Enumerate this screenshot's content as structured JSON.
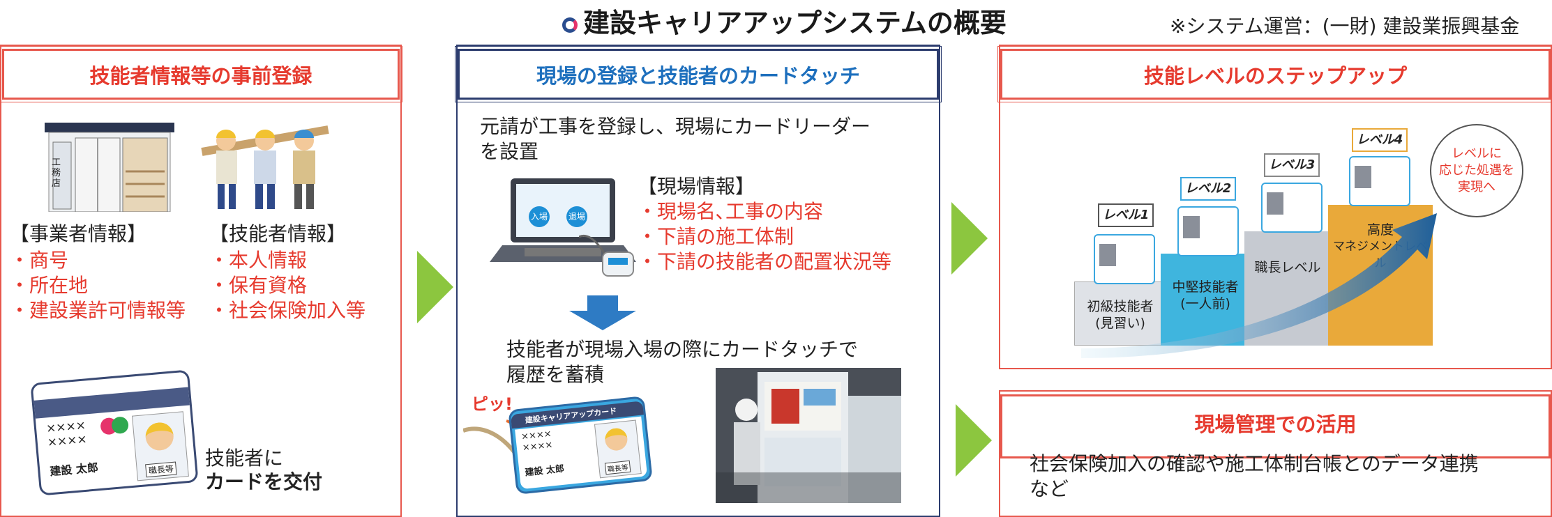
{
  "title": "建設キャリアアップシステムの概要",
  "operator_note": "※システム運営：(一財) 建設業振興基金",
  "panel1": {
    "header": "技能者情報等の事前登録",
    "shop_sign": "工務店",
    "business_info": {
      "heading": "【事業者情報】",
      "items": [
        "・商号",
        "・所在地",
        "・建設業許可情報等"
      ]
    },
    "worker_info": {
      "heading": "【技能者情報】",
      "items": [
        "・本人情報",
        "・保有資格",
        "・社会保険加入等"
      ]
    },
    "card": {
      "masked_line_1": "××××",
      "masked_line_2": "××××",
      "name": "建設 太郎",
      "badge": "職長等"
    },
    "caption_line1": "技能者に",
    "caption_line2": "カードを交付"
  },
  "panel2": {
    "header": "現場の登録と技能者のカードタッチ",
    "intro_line1": "元請が工事を登録し、現場にカードリーダー",
    "intro_line2": "を設置",
    "laptop_screen_left": "入場",
    "laptop_screen_right": "退場",
    "site_info": {
      "heading": "【現場情報】",
      "items": [
        "・現場名､工事の内容",
        "・下請の施工体制",
        "・下請の技能者の配置状況等"
      ]
    },
    "touch_line1": "技能者が現場入場の際にカードタッチで",
    "touch_line2": "履歴を蓄積",
    "beep": "ピッ!",
    "card": {
      "brand": "建設キャリアアップカード",
      "masked_line_1": "××××",
      "masked_line_2": "××××",
      "name": "建設 太郎",
      "badge": "職長等"
    }
  },
  "panel3": {
    "header": "技能レベルのステップアップ",
    "levels": [
      {
        "tag": "レベル1",
        "label_line1": "初級技能者",
        "label_line2": "(見習い)",
        "color": "#d9dce2"
      },
      {
        "tag": "レベル2",
        "label_line1": "中堅技能者",
        "label_line2": "(一人前)",
        "color": "#3fb5de"
      },
      {
        "tag": "レベル3",
        "label_line1": "職長レベル",
        "label_line2": "",
        "color": "#bfc3cb"
      },
      {
        "tag": "レベル4",
        "label_line1": "高度",
        "label_line2": "マネジメントレベル",
        "color": "#e9a93a"
      }
    ],
    "bubble_line1": "レベルに",
    "bubble_line2": "応じた処遇を",
    "bubble_line3": "実現へ"
  },
  "panel4": {
    "header": "現場管理での活用",
    "body_line1": "社会保険加入の確認や施工体制台帳とのデータ連携",
    "body_line2": "など"
  },
  "colors": {
    "red": "#e63a2e",
    "navy": "#2c3c6e",
    "blue": "#1d6fbd",
    "green_arrow": "#8cc63f"
  }
}
